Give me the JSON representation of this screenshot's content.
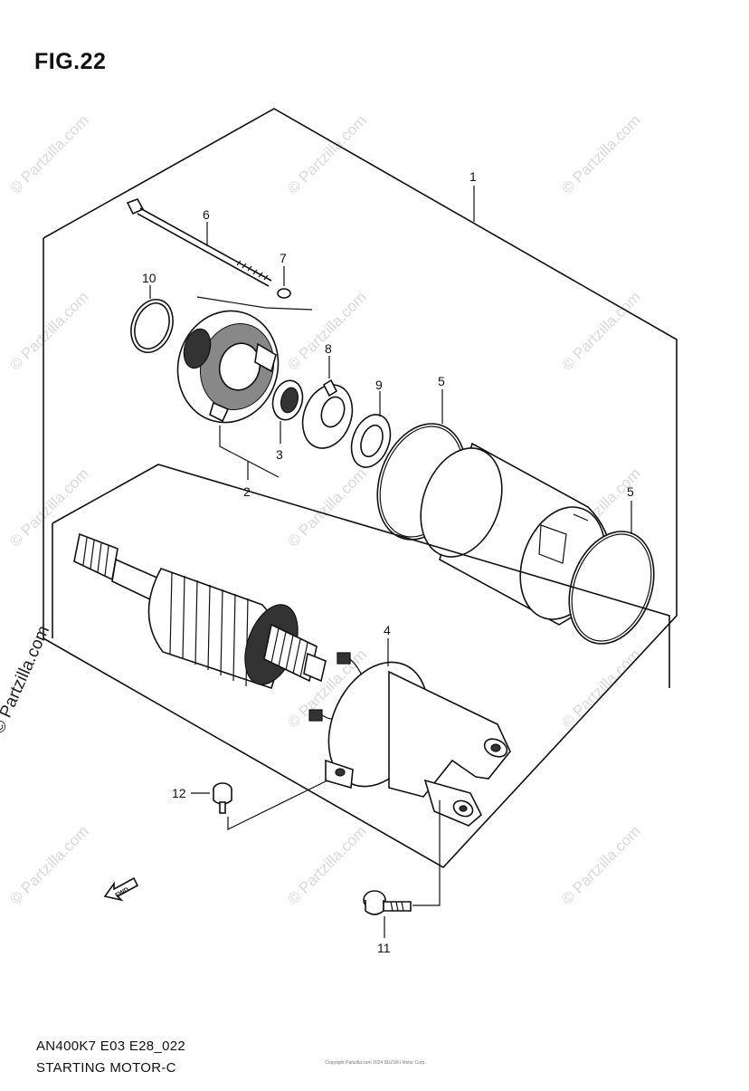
{
  "figure": {
    "title": "FIG.22",
    "code": "AN400K7 E03 E28_022",
    "name": "STARTING MOTOR-C"
  },
  "watermark": {
    "text": "© Partzilla.com",
    "side_text": "© Partzilla.com"
  },
  "copyright_note": "Copyright Partzilla.com 2024 SUZUKI Motor Corp.",
  "fwd_label": "FWD",
  "callouts": [
    "1",
    "2",
    "3",
    "4",
    "5",
    "5",
    "6",
    "7",
    "8",
    "9",
    "10",
    "11",
    "12"
  ]
}
